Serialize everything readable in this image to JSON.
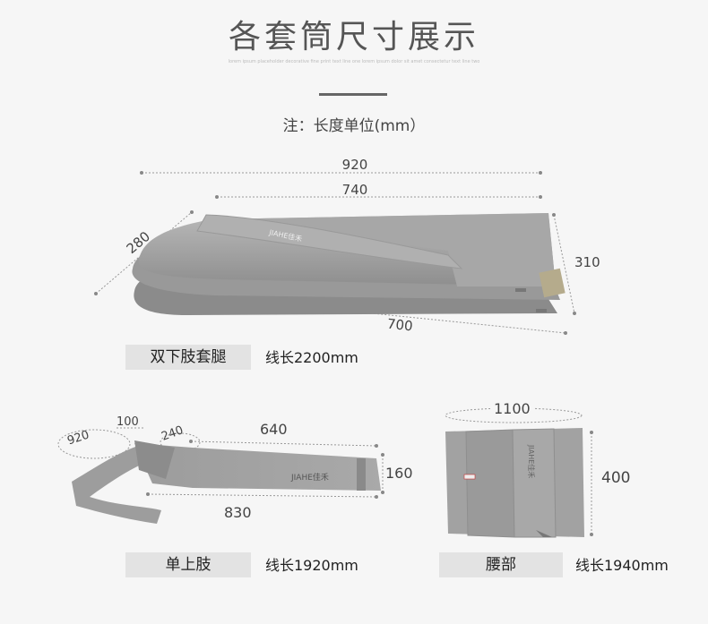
{
  "header": {
    "title": "各套筒尺寸展示",
    "subline": "lorem ipsum placeholder decorative fine print text line one lorem ipsum dolor sit amet consectetur text line two"
  },
  "note": "注：长度单位(mm）",
  "products": {
    "legs": {
      "label": "双下肢套腿",
      "spec": "线长2200mm",
      "dims": {
        "top_outer": "920",
        "top_inner": "740",
        "left": "280",
        "right": "310",
        "bottom": "700"
      }
    },
    "arm": {
      "label": "单上肢",
      "spec": "线长1920mm",
      "brand": "JIAHE佳禾",
      "dims": {
        "loop": "920",
        "strap": "100",
        "cuff": "240",
        "length": "640",
        "height": "160",
        "bottom": "830"
      }
    },
    "waist": {
      "label": "腰部",
      "spec": "线长1940mm",
      "brand": "JIAHE佳禾",
      "dims": {
        "circumference": "1100",
        "height": "400"
      }
    }
  }
}
